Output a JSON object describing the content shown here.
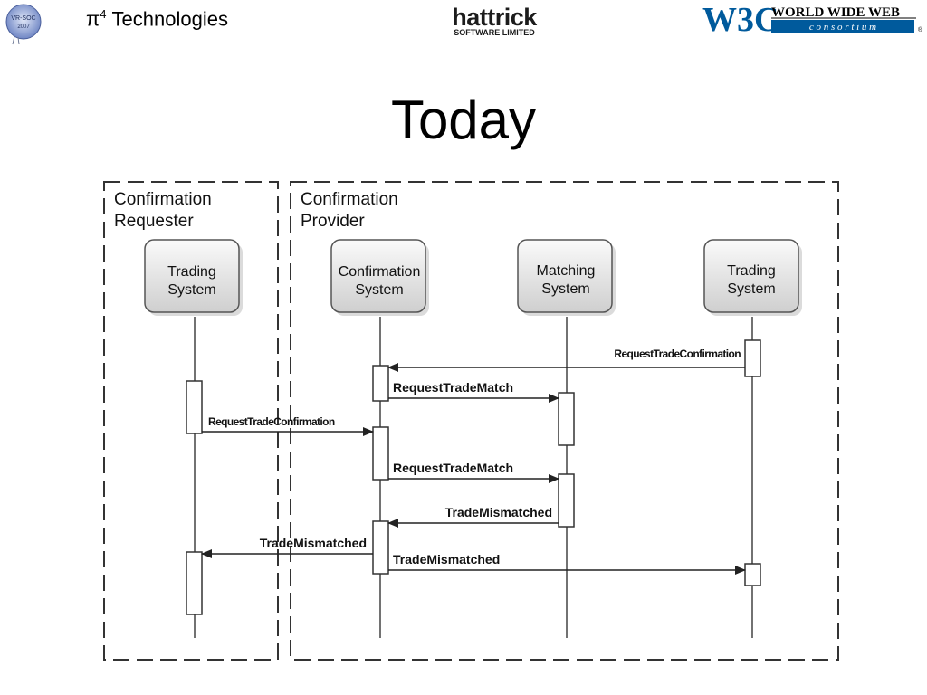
{
  "header": {
    "logo_left_text": [
      "VR-SOC",
      "2007"
    ],
    "company_name": "π",
    "company_sup": "4",
    "company_rest": " Technologies",
    "hattrick_main": "hattrick",
    "hattrick_sub": "SOFTWARE LIMITED",
    "w3c_mark": "W3C",
    "w3c_line1": "WORLD WIDE WEB",
    "w3c_line2": "c o n s o r t i u m",
    "w3c_reg": "®"
  },
  "title": "Today",
  "diagram": {
    "groups": [
      {
        "id": "requester",
        "title": [
          "Confirmation",
          "Requester"
        ]
      },
      {
        "id": "provider",
        "title": [
          "Confirmation",
          "Provider"
        ]
      }
    ],
    "lifelines": [
      {
        "id": "req_trading",
        "label": [
          "Trading",
          "System"
        ]
      },
      {
        "id": "conf_system",
        "label": [
          "Confirmation",
          "System"
        ]
      },
      {
        "id": "matching",
        "label": [
          "Matching",
          "System"
        ]
      },
      {
        "id": "prov_trading",
        "label": [
          "Trading",
          "System"
        ]
      }
    ],
    "messages": [
      {
        "label": "RequestTradeConfirmation",
        "from": "prov_trading",
        "to": "conf_system"
      },
      {
        "label": "RequestTradeMatch",
        "from": "conf_system",
        "to": "matching"
      },
      {
        "label": "RequestTradeConfirmation",
        "from": "req_trading",
        "to": "conf_system"
      },
      {
        "label": "RequestTradeMatch",
        "from": "conf_system",
        "to": "matching"
      },
      {
        "label": "TradeMismatched",
        "from": "matching",
        "to": "conf_system"
      },
      {
        "label": "TradeMismatched",
        "from": "conf_system",
        "to": "req_trading"
      },
      {
        "label": "TradeMismatched",
        "from": "conf_system",
        "to": "prov_trading"
      }
    ]
  }
}
